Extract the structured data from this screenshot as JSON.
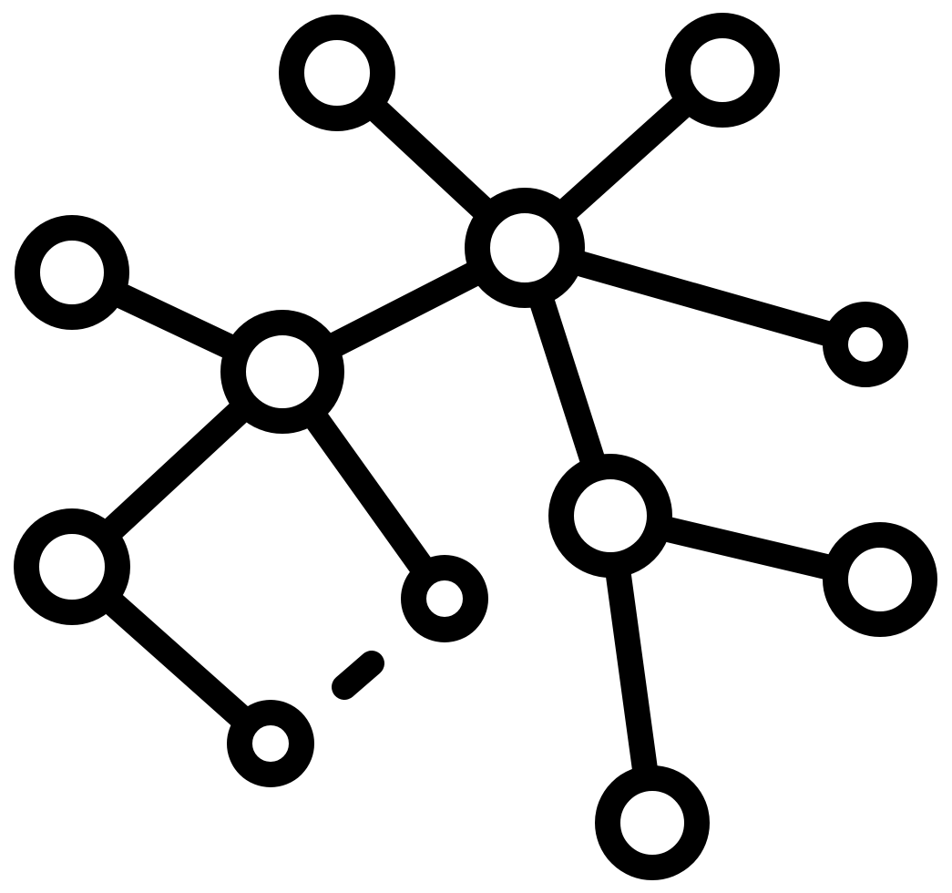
{
  "diagram": {
    "kind": "network-graph-icon",
    "stroke_color": "#000000",
    "background_color": "#ffffff",
    "nodes": [
      {
        "id": "hub-top",
        "role": "hub"
      },
      {
        "id": "hub-left",
        "role": "hub"
      },
      {
        "id": "hub-right",
        "role": "hub"
      },
      {
        "id": "leaf-top-left",
        "role": "leaf"
      },
      {
        "id": "leaf-top-right",
        "role": "leaf"
      },
      {
        "id": "leaf-far-right",
        "role": "leaf"
      },
      {
        "id": "leaf-left",
        "role": "leaf"
      },
      {
        "id": "leaf-bottom-left",
        "role": "leaf"
      },
      {
        "id": "leaf-center-small",
        "role": "leaf"
      },
      {
        "id": "leaf-bottom-small",
        "role": "leaf"
      },
      {
        "id": "leaf-right-lower",
        "role": "leaf"
      },
      {
        "id": "leaf-bottom",
        "role": "leaf"
      }
    ],
    "edges": [
      {
        "from": "hub-top",
        "to": "leaf-top-left"
      },
      {
        "from": "hub-top",
        "to": "leaf-top-right"
      },
      {
        "from": "hub-top",
        "to": "leaf-far-right"
      },
      {
        "from": "hub-top",
        "to": "hub-left"
      },
      {
        "from": "hub-top",
        "to": "hub-right"
      },
      {
        "from": "hub-left",
        "to": "leaf-left"
      },
      {
        "from": "hub-left",
        "to": "leaf-bottom-left"
      },
      {
        "from": "hub-left",
        "to": "leaf-center-small"
      },
      {
        "from": "leaf-bottom-left",
        "to": "leaf-bottom-small"
      },
      {
        "from": "hub-right",
        "to": "leaf-right-lower"
      },
      {
        "from": "hub-right",
        "to": "leaf-bottom"
      }
    ],
    "dangling_stub": true
  }
}
